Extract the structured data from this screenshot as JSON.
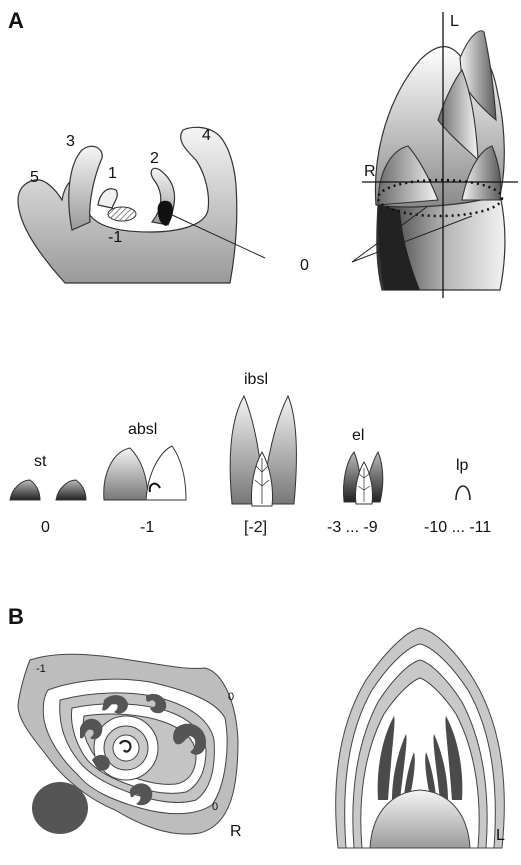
{
  "panel_a": {
    "letter": "A",
    "primordia_numbers": [
      "1",
      "2",
      "3",
      "4",
      "5"
    ],
    "center_label": "-1",
    "zero_label": "0",
    "axis_long": "L",
    "axis_radial": "R"
  },
  "stages": [
    {
      "name": "st",
      "index": "0"
    },
    {
      "name": "absl",
      "index": "-1"
    },
    {
      "name": "ibsl",
      "index": "[-2]"
    },
    {
      "name": "el",
      "index": "-3 ... -9"
    },
    {
      "name": "lp",
      "index": "-10 ... -11"
    }
  ],
  "panel_b": {
    "letter": "B",
    "section_labels": [
      "-1",
      "0",
      "0"
    ],
    "left_section_axis": "R",
    "right_section_axis": "L"
  }
}
